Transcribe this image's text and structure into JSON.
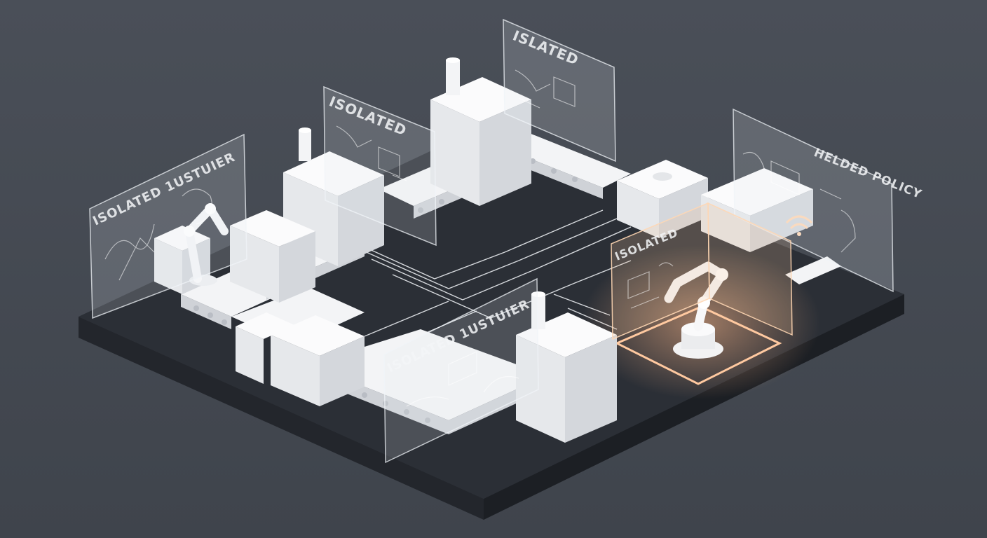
{
  "scene": {
    "panels": [
      {
        "id": "left",
        "label": "ISOLATED 1USTUIER"
      },
      {
        "id": "center-left",
        "label": "ISOLATED"
      },
      {
        "id": "top",
        "label": "ISLATED"
      },
      {
        "id": "right",
        "label": "HELDED POLICY"
      },
      {
        "id": "front",
        "label": "ISOLATED 1USTUIER"
      },
      {
        "id": "highlight",
        "label": "ISOLATED"
      }
    ],
    "colors": {
      "background": "#464b54",
      "platform_top": "#2c3038",
      "machine": "#f1f2f4",
      "glow": "#ffb98a"
    }
  }
}
